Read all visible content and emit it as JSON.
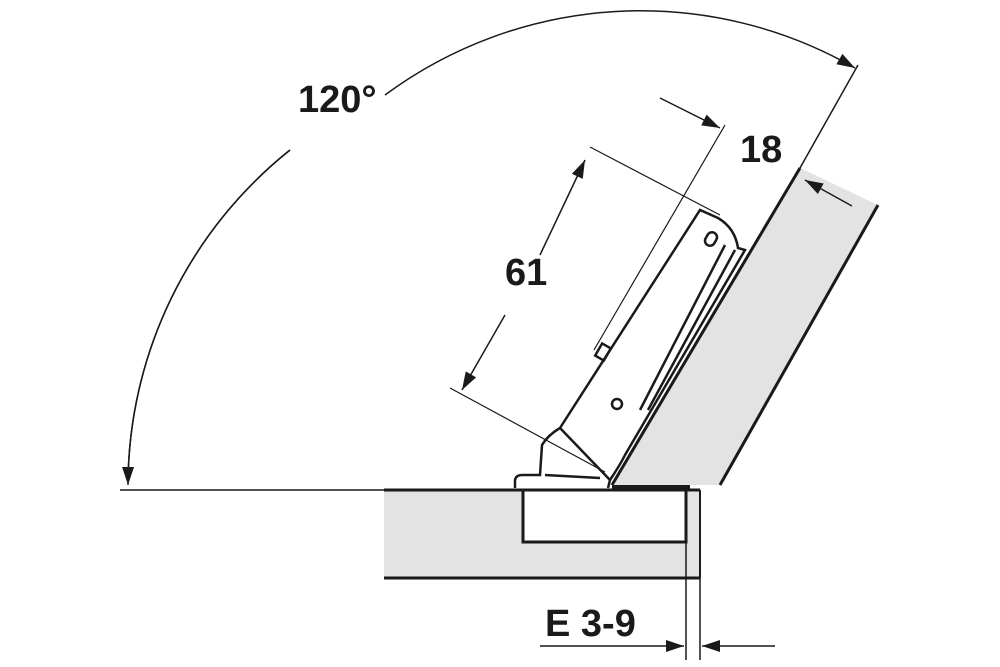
{
  "diagram": {
    "type": "concealed hinge technical drawing",
    "colors": {
      "line": "#1a1a1a",
      "panel_fill": "#e3e3e3",
      "background": "#ffffff"
    },
    "dimensions": {
      "opening_angle": "120°",
      "door_thickness": "18",
      "hinge_depth": "61",
      "overlay": "E 3-9"
    }
  }
}
